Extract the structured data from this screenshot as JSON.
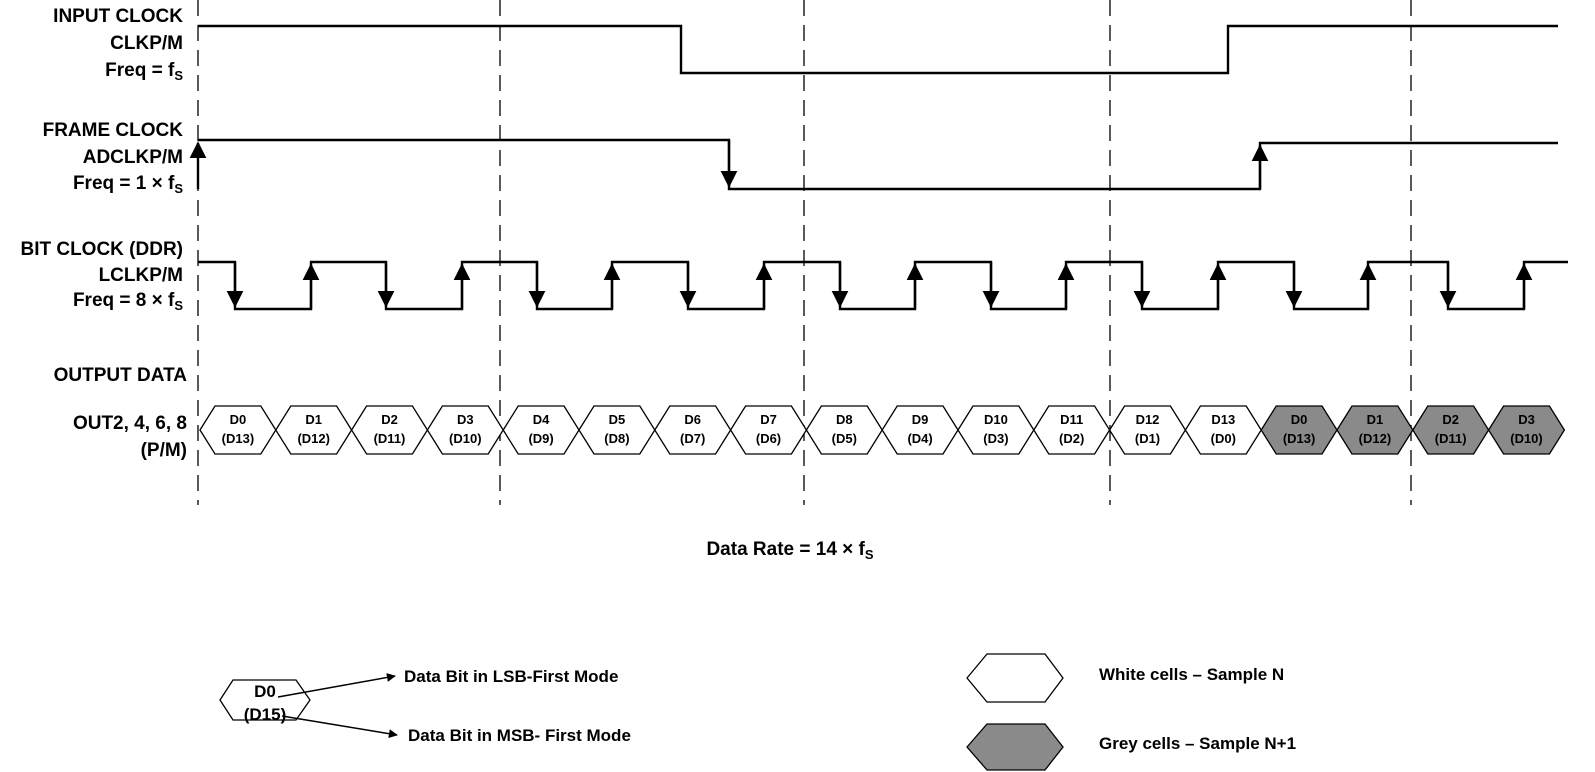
{
  "signals": {
    "input_clock": {
      "line1": "INPUT CLOCK",
      "line2": "CLKP/M",
      "freq_prefix": "Freq = f",
      "freq_sub": "S"
    },
    "frame_clock": {
      "line1": "FRAME CLOCK",
      "line2": "ADCLKP/M",
      "freq_prefix": "Freq = 1 × f",
      "freq_sub": "S"
    },
    "bit_clock": {
      "line1": "BIT CLOCK (DDR)",
      "line2": "LCLKP/M",
      "freq_prefix": "Freq = 8 × f",
      "freq_sub": "S"
    },
    "output_data": {
      "line1": "OUTPUT DATA",
      "line2": "OUT2, 4, 6, 8",
      "line3": "(P/M)"
    }
  },
  "data_cells": [
    {
      "top": "D0",
      "bottom": "(D13)",
      "sample": "N"
    },
    {
      "top": "D1",
      "bottom": "(D12)",
      "sample": "N"
    },
    {
      "top": "D2",
      "bottom": "(D11)",
      "sample": "N"
    },
    {
      "top": "D3",
      "bottom": "(D10)",
      "sample": "N"
    },
    {
      "top": "D4",
      "bottom": "(D9)",
      "sample": "N"
    },
    {
      "top": "D5",
      "bottom": "(D8)",
      "sample": "N"
    },
    {
      "top": "D6",
      "bottom": "(D7)",
      "sample": "N"
    },
    {
      "top": "D7",
      "bottom": "(D6)",
      "sample": "N"
    },
    {
      "top": "D8",
      "bottom": "(D5)",
      "sample": "N"
    },
    {
      "top": "D9",
      "bottom": "(D4)",
      "sample": "N"
    },
    {
      "top": "D10",
      "bottom": "(D3)",
      "sample": "N"
    },
    {
      "top": "D11",
      "bottom": "(D2)",
      "sample": "N"
    },
    {
      "top": "D12",
      "bottom": "(D1)",
      "sample": "N"
    },
    {
      "top": "D13",
      "bottom": "(D0)",
      "sample": "N"
    },
    {
      "top": "D0",
      "bottom": "(D13)",
      "sample": "N+1"
    },
    {
      "top": "D1",
      "bottom": "(D12)",
      "sample": "N+1"
    },
    {
      "top": "D2",
      "bottom": "(D11)",
      "sample": "N+1"
    },
    {
      "top": "D3",
      "bottom": "(D10)",
      "sample": "N+1"
    }
  ],
  "data_rate": {
    "prefix": "Data Rate = 14 × f",
    "sub": "S"
  },
  "legend": {
    "example_top": "D0",
    "example_bottom": "(D15)",
    "lsb_label": "Data Bit in LSB-First Mode",
    "msb_label": "Data Bit in MSB- First Mode",
    "white_label": "White cells – Sample N",
    "grey_label": "Grey cells – Sample N+1"
  },
  "colors": {
    "line": "#000000",
    "cell_white": "#ffffff",
    "cell_grey": "#8a8a8a"
  }
}
